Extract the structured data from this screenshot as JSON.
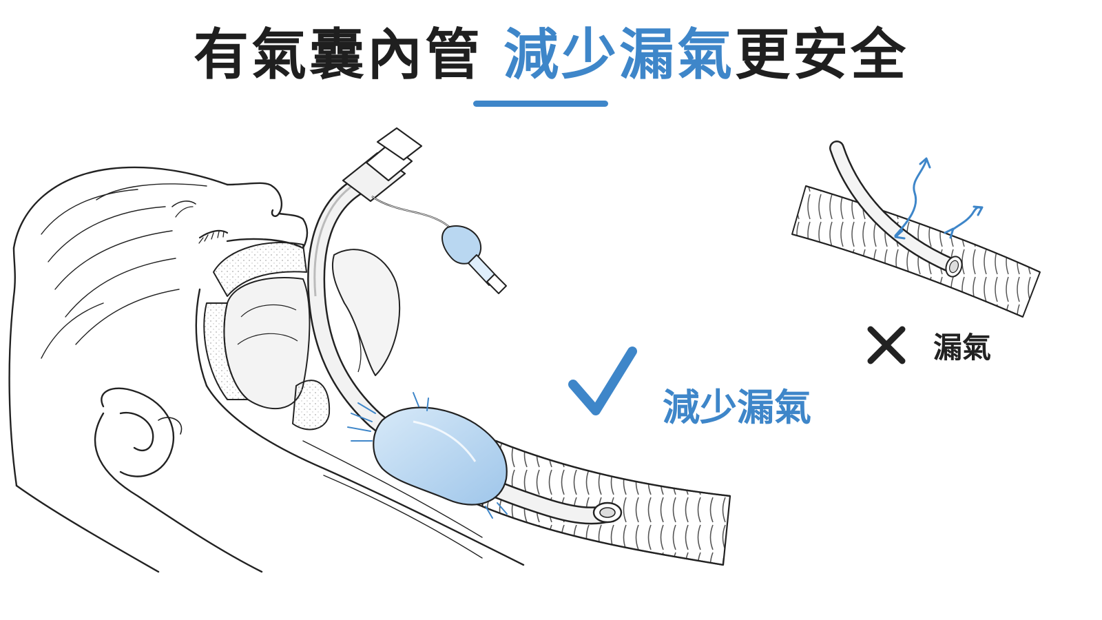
{
  "title": {
    "part1": "有氣囊內管",
    "part2": "減少漏氣",
    "part3": "更安全"
  },
  "labels": {
    "good": "減少漏氣",
    "bad": "漏氣"
  },
  "colors": {
    "accent": "#3e86c9",
    "text": "#1f1f1f",
    "cuff": "#b9d7f1",
    "line": "#222222"
  },
  "icons": {
    "good": "check-icon",
    "bad": "x-icon"
  }
}
